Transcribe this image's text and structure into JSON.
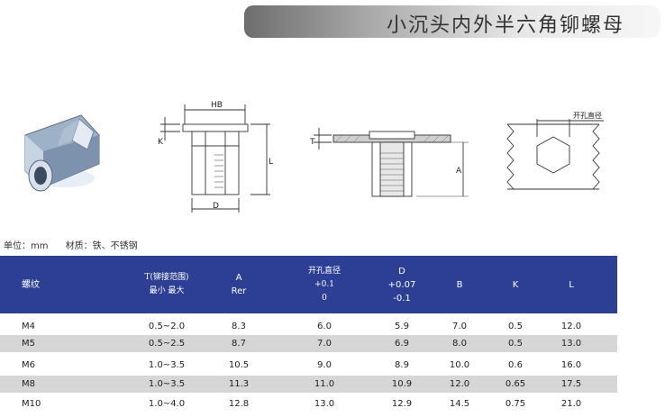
{
  "title": "小沉头内外半六角铆螺母",
  "diagram_labels": {
    "hb": "HB",
    "k": "K",
    "l": "L",
    "d": "D",
    "t": "T",
    "a": "A",
    "hole_dia": "开孔直径"
  },
  "specs": {
    "unit": "单位：mm",
    "material": "材质：铁、不锈钢"
  },
  "table": {
    "headers": {
      "thread": "螺纹",
      "t_line1": "T(铆接范围)",
      "t_line2": "最小  最大",
      "a_line1": "A",
      "a_line2": "Rer",
      "hole_line1": "开孔直径",
      "hole_line2": "+0.1",
      "hole_line3": "0",
      "d_line1": "D",
      "d_line2": "+0.07",
      "d_line3": "-0.1",
      "b": "B",
      "k": "K",
      "l": "L"
    },
    "rows": [
      {
        "thread": "M4",
        "t": "0.5~2.0",
        "a": "8.3",
        "hole": "6.0",
        "d": "5.9",
        "b": "7.0",
        "k": "0.5",
        "l": "12.0"
      },
      {
        "thread": "M5",
        "t": "0.5~2.5",
        "a": "8.7",
        "hole": "7.0",
        "d": "6.9",
        "b": "8.0",
        "k": "0.5",
        "l": "13.0"
      },
      {
        "thread": "M6",
        "t": "1.0~3.5",
        "a": "10.5",
        "hole": "9.0",
        "d": "8.9",
        "b": "10.0",
        "k": "0.6",
        "l": "16.0"
      },
      {
        "thread": "M8",
        "t": "1.0~3.5",
        "a": "11.3",
        "hole": "11.0",
        "d": "10.9",
        "b": "12.0",
        "k": "0.65",
        "l": "17.5"
      },
      {
        "thread": "M10",
        "t": "1.0~4.0",
        "a": "12.8",
        "hole": "13.0",
        "d": "12.9",
        "b": "14.5",
        "k": "0.75",
        "l": "21.0"
      }
    ]
  }
}
